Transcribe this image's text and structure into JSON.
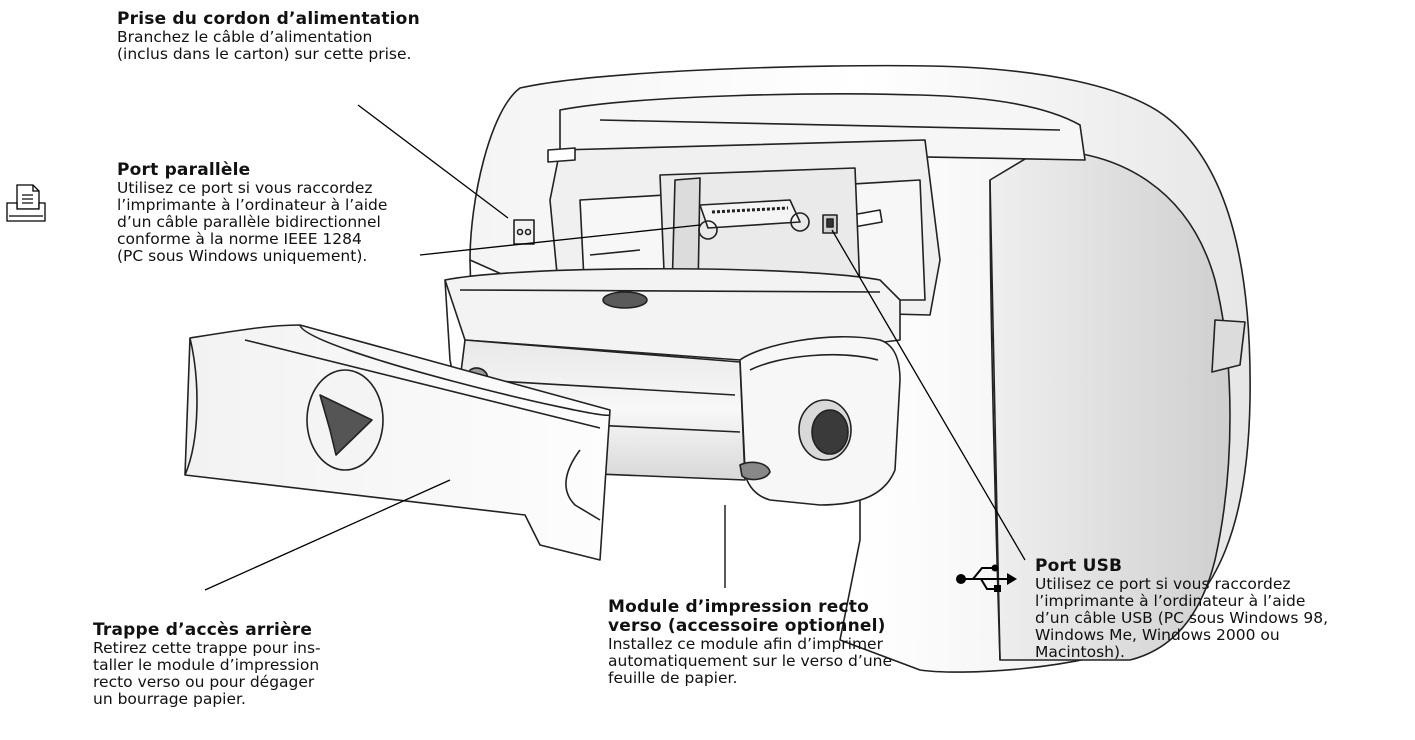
{
  "callouts": {
    "power": {
      "title": "Prise du cordon d’alimentation",
      "desc": "Branchez le câble d’alimentation\n(inclus dans le carton) sur cette prise."
    },
    "parallel": {
      "title": "Port parallèle",
      "desc": "Utilisez ce port si vous raccordez\nl’imprimante à l’ordinateur à l’aide\nd’un câble parallèle bidirectionnel\nconforme à la norme IEEE 1284\n(PC sous Windows uniquement)."
    },
    "rear_door": {
      "title": "Trappe d’accès arrière",
      "desc": "Retirez cette trappe pour ins-\ntaller le module d’impression\nrecto verso ou pour dégager\nun bourrage papier."
    },
    "duplex": {
      "title": "Module d’impression recto\nverso (accessoire optionnel)",
      "desc": "Installez ce module afin d’imprimer\nautomatiquement sur le verso d’une\nfeuille de papier."
    },
    "usb": {
      "title": "Port USB",
      "desc": "Utilisez ce port si vous raccordez\nl’imprimante à l’ordinateur à l’aide\nd’un câble USB (PC sous Windows 98,\nWindows Me, Windows 2000 ou\nMacintosh)."
    }
  },
  "icons": {
    "parallel_port": "parallel-port-icon",
    "usb": "usb-icon"
  }
}
